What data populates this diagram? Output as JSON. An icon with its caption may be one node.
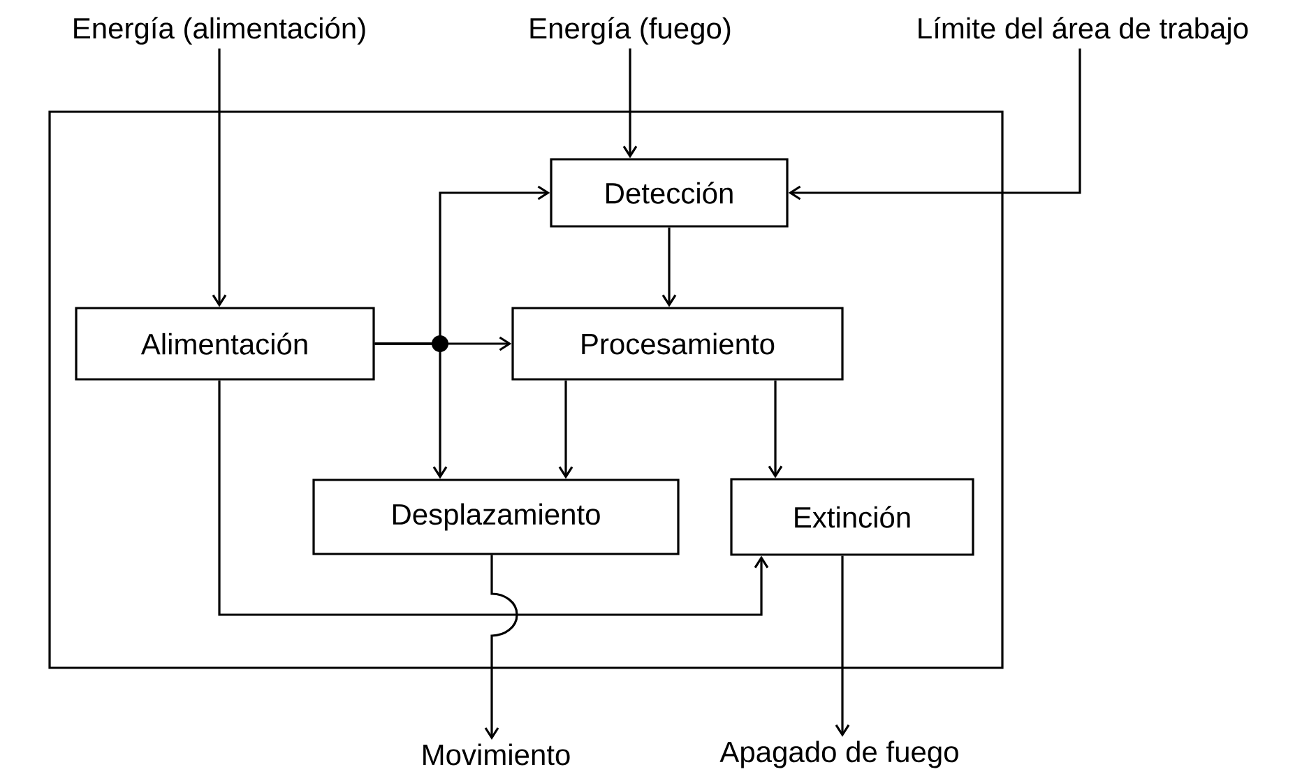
{
  "diagram": {
    "nodes": [
      {
        "text": [],
        "shape": "box"
      },
      {
        "text": [
          "Energía (alimentación)"
        ]
      },
      {
        "text": [
          "Energía (fuego)"
        ]
      },
      {
        "text": [
          "Límite del área de trabajo"
        ]
      },
      {
        "text": [
          "Detección"
        ],
        "in": 0
      },
      {
        "text": [
          "Alimentación"
        ],
        "in": 0
      },
      {
        "text": [
          "Procesamiento"
        ],
        "in": 0
      },
      {
        "text": [
          "Desplazamiento"
        ],
        "in": 0
      },
      {
        "text": [
          "Extinción"
        ],
        "in": 0
      },
      {
        "text": [
          "Movimiento"
        ]
      },
      {
        "text": [
          "Apagado de fuego"
        ]
      }
    ],
    "edges": [
      {
        "from": 1,
        "to": 5,
        "arrow": "to"
      },
      {
        "from": 2,
        "to": 4,
        "arrow": "to"
      },
      {
        "from": 3,
        "to": 4,
        "arrow": "to"
      },
      {
        "from": 4,
        "to": 6,
        "arrow": "to"
      },
      {
        "from": 5,
        "to": 6,
        "arrow": "to"
      },
      {
        "from": 5,
        "to": 4,
        "arrow": "to"
      },
      {
        "from": 5,
        "to": 7,
        "arrow": "to"
      },
      {
        "from": 6,
        "to": 7,
        "arrow": "to"
      },
      {
        "from": 6,
        "to": 8,
        "arrow": "to"
      },
      {
        "from": 5,
        "to": 8,
        "arrow": "to"
      },
      {
        "from": 7,
        "to": 9,
        "arrow": "to"
      },
      {
        "from": 8,
        "to": 10,
        "arrow": "to"
      }
    ]
  }
}
